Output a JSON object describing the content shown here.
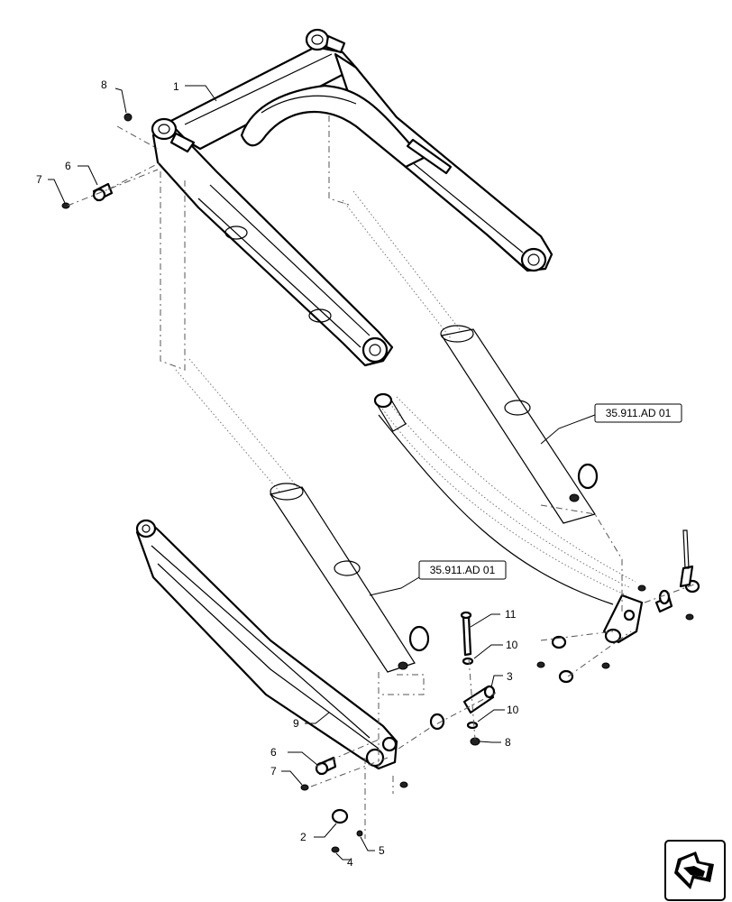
{
  "callouts": [
    "1",
    "2",
    "3",
    "4",
    "5",
    "6",
    "6",
    "7",
    "7",
    "8",
    "8",
    "9",
    "10",
    "10",
    "11"
  ],
  "references": [
    "35.911.AD 01",
    "35.911.AD 01"
  ],
  "colors": {
    "line": "#000000",
    "background": "#ffffff",
    "phantom": "#555555"
  },
  "icons": {
    "corner": "view-direction-arrow-icon"
  }
}
